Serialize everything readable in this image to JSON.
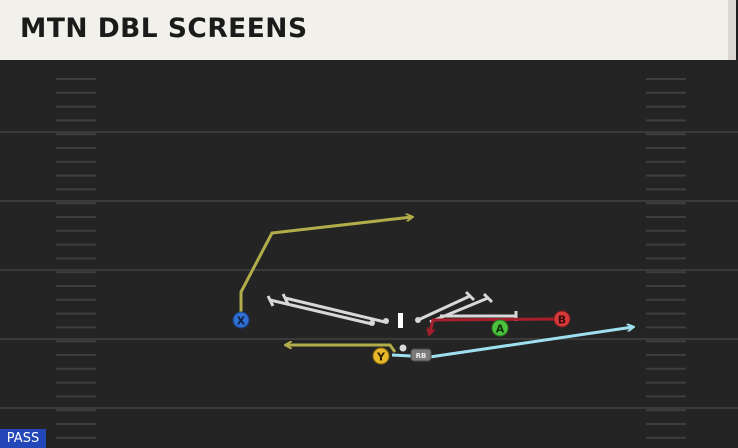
{
  "play": {
    "title": "MTN DBL SCREENS",
    "type_badge": "PASS"
  },
  "players": [
    {
      "id": "X",
      "color": "#2f6fd0"
    },
    {
      "id": "Y",
      "color": "#e8b72a"
    },
    {
      "id": "A",
      "color": "#4cc23f"
    },
    {
      "id": "B",
      "color": "#d63a3a"
    },
    {
      "id": "RB",
      "color": "#7a7a7a"
    }
  ],
  "route_colors": {
    "x_route": "#b2ad4a",
    "y_route": "#b2ad4a",
    "b_route": "#a81f2c",
    "rb_route": "#9fe0f0",
    "blocking": "#d8d8d8"
  },
  "field_colors": {
    "turf": "#242424",
    "yard_line": "#3a3a3a",
    "hash": "#3e3e3e"
  }
}
